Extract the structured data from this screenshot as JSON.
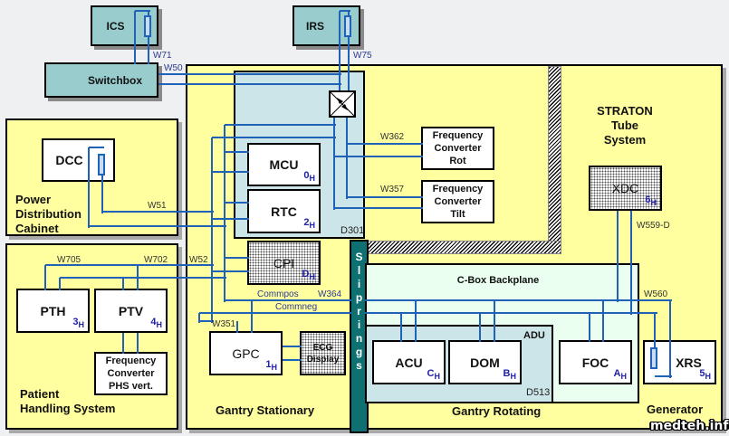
{
  "diagram": {
    "title": "CT system block diagram",
    "zones": {
      "power": "Power\nDistribution\nCabinet",
      "patient": "Patient\nHandling System",
      "stationary": "Gantry Stationary",
      "rotating": "Gantry Rotating",
      "generator": "Generator",
      "straton": "STRATON\nTube\nSystem"
    },
    "modules": {
      "ics": {
        "label": "ICS"
      },
      "irs": {
        "label": "IRS"
      },
      "switchbox": {
        "label": "Switchbox"
      },
      "dcc": {
        "label": "DCC"
      },
      "mcu": {
        "label": "MCU",
        "addr": "0",
        "addr_suffix": "H"
      },
      "rtc": {
        "label": "RTC",
        "addr": "2",
        "addr_suffix": "H"
      },
      "d301": {
        "label": "D301"
      },
      "fc_rot": {
        "label": "Frequency\nConverter\nRot"
      },
      "fc_tilt": {
        "label": "Frequency\nConverter\nTilt"
      },
      "cpi": {
        "label": "CPI",
        "addr": "D",
        "addr_suffix": "H"
      },
      "gpc": {
        "label": "GPC",
        "addr": "1",
        "addr_suffix": "H"
      },
      "ecg": {
        "label": "ECG\nDisplay"
      },
      "pth": {
        "label": "PTH",
        "addr": "3",
        "addr_suffix": "H"
      },
      "ptv": {
        "label": "PTV",
        "addr": "4",
        "addr_suffix": "H"
      },
      "fc_phs": {
        "label": "Frequency\nConverter\nPHS vert."
      },
      "xdc": {
        "label": "XDC",
        "addr": "6",
        "addr_suffix": "H"
      },
      "cbox": {
        "label": "C-Box Backplane"
      },
      "adu": {
        "label": "ADU"
      },
      "d513": {
        "label": "D513"
      },
      "acu": {
        "label": "ACU",
        "addr": "C",
        "addr_suffix": "H"
      },
      "dom": {
        "label": "DOM",
        "addr": "B",
        "addr_suffix": "H"
      },
      "foc": {
        "label": "FOC",
        "addr": "A",
        "addr_suffix": "H"
      },
      "xrs": {
        "label": "XRS",
        "addr": "5",
        "addr_suffix": "H"
      },
      "sliprings": {
        "label": "S\nl\ni\np\nr\ni\nn\ng\ns"
      }
    },
    "wire_labels": {
      "w71": "W71",
      "w50": "W50",
      "w75": "W75",
      "w51": "W51",
      "w362": "W362",
      "w357": "W357",
      "w52": "W52",
      "w705": "W705",
      "w702": "W702",
      "w351": "W351",
      "w364": "W364",
      "commpos": "Commpos",
      "commneg": "Commneg",
      "w559d": "W559-D",
      "w560": "W560"
    },
    "watermark": "medteh.info",
    "colors": {
      "zone": "#ffff9f",
      "module_teal": "#99cccc",
      "d301_bg": "#cce5e8",
      "cbox_bg": "#eafff0",
      "wire": "#1f62b8",
      "sliprings": "#0e7070",
      "address_text": "#1f1fa8"
    }
  }
}
